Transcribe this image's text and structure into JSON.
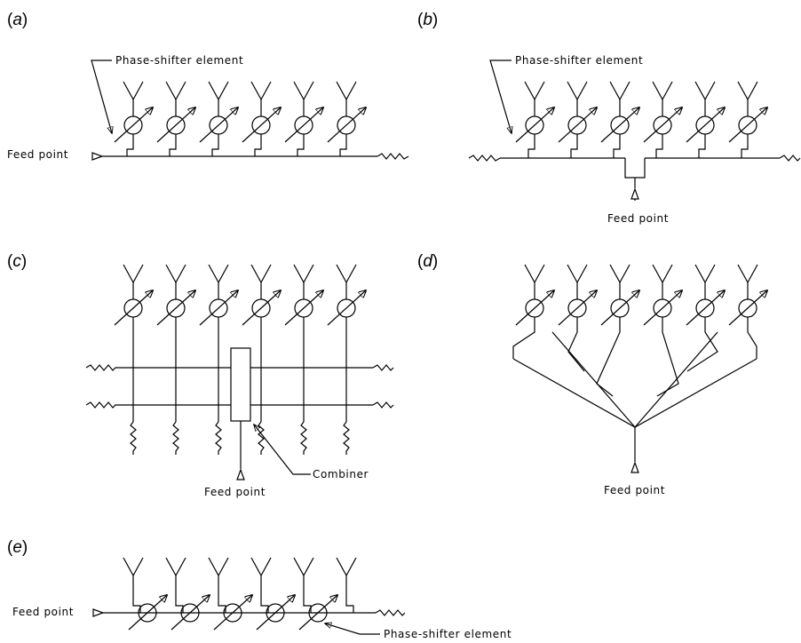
{
  "panels": [
    {
      "id": "a",
      "letter": "a",
      "labels": {
        "feed": "Feed point",
        "phase_shifter": "Phase-shifter element"
      }
    },
    {
      "id": "b",
      "letter": "b",
      "labels": {
        "feed": "Feed point",
        "phase_shifter": "Phase-shifter element"
      }
    },
    {
      "id": "c",
      "letter": "c",
      "labels": {
        "feed": "Feed point",
        "combiner": "Combiner"
      }
    },
    {
      "id": "d",
      "letter": "d",
      "labels": {
        "feed": "Feed point"
      }
    },
    {
      "id": "e",
      "letter": "e",
      "labels": {
        "feed": "Feed point",
        "phase_shifter": "Phase-shifter element"
      }
    }
  ],
  "elements_per_array": 6
}
